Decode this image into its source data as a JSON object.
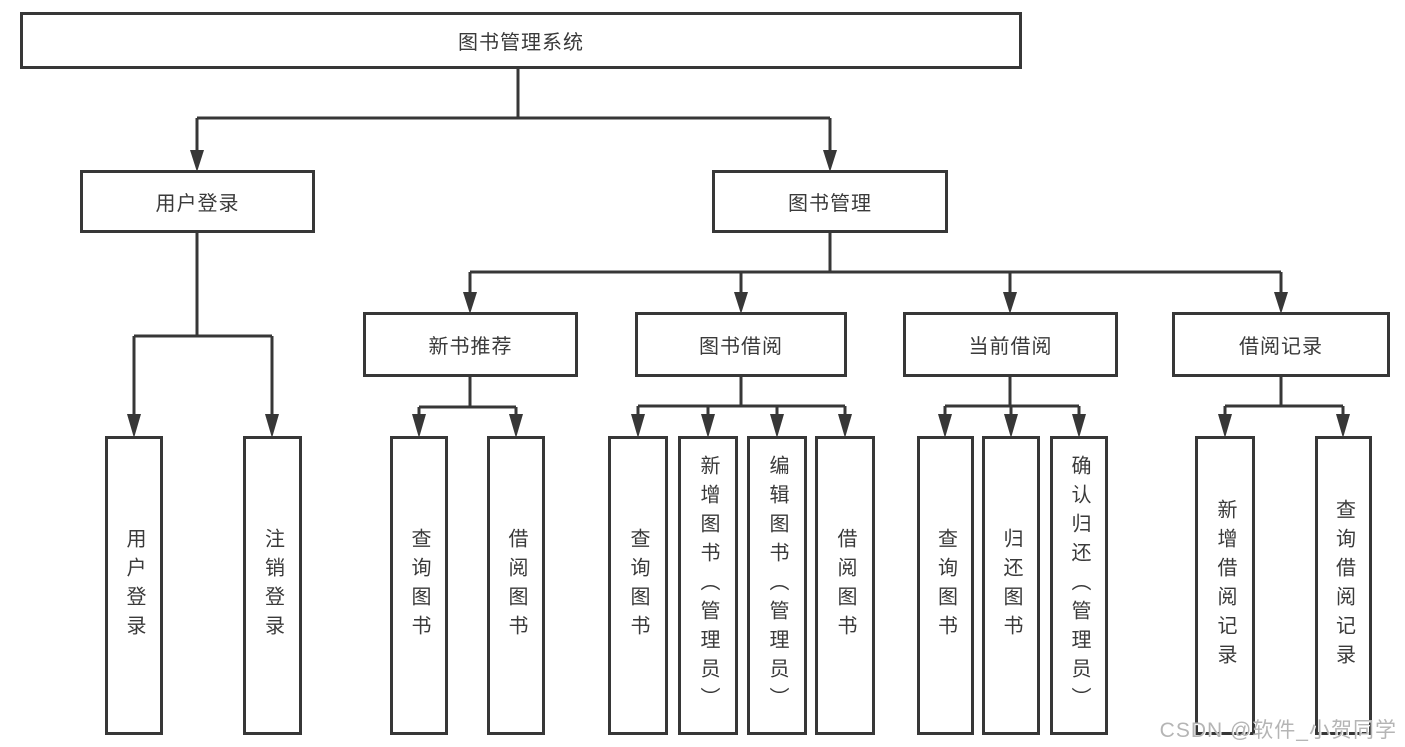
{
  "tree": {
    "root": "图书管理系统",
    "children": [
      {
        "label": "用户登录",
        "children": [
          "用户登录",
          "注销登录"
        ]
      },
      {
        "label": "图书管理",
        "children": [
          {
            "label": "新书推荐",
            "children": [
              "查询图书",
              "借阅图书"
            ]
          },
          {
            "label": "图书借阅",
            "children": [
              "查询图书",
              "新增图书（管理员）",
              "编辑图书（管理员）",
              "借阅图书"
            ]
          },
          {
            "label": "当前借阅",
            "children": [
              "查询图书",
              "归还图书",
              "确认归还（管理员）"
            ]
          },
          {
            "label": "借阅记录",
            "children": [
              "新增借阅记录",
              "查询借阅记录"
            ]
          }
        ]
      }
    ]
  },
  "watermark": {
    "text": "CSDN @软件_小贺同学"
  },
  "colors": {
    "line": "#373737",
    "text": "#3a3a3a",
    "background": "#ffffff",
    "watermark": "#b5b5b5"
  }
}
